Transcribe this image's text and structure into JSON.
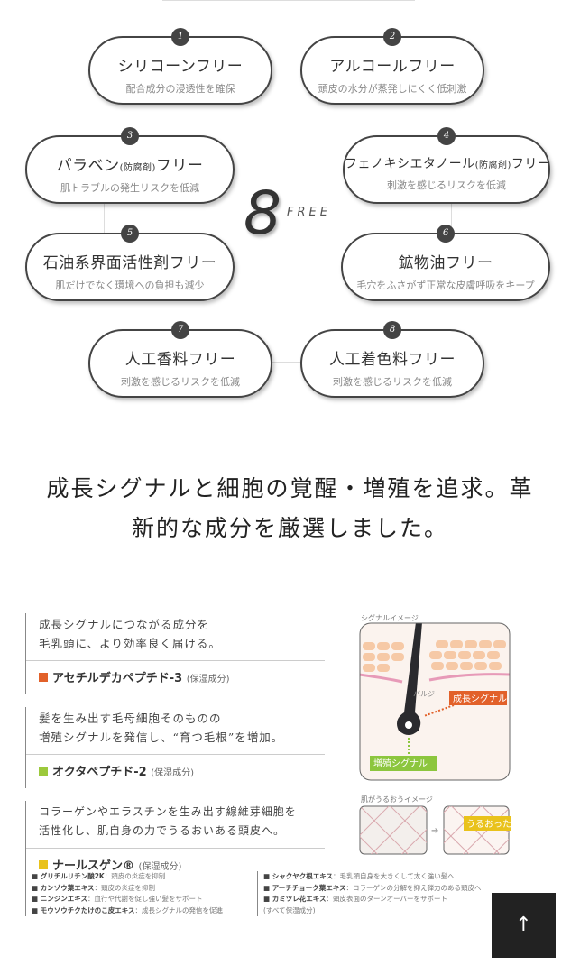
{
  "free": {
    "number": "8",
    "label": "FREE",
    "items": [
      {
        "num": "1",
        "title": "シリコーンフリー",
        "sub": "配合成分の浸透性を確保"
      },
      {
        "num": "2",
        "title": "アルコールフリー",
        "sub": "頭皮の水分が蒸発しにくく低刺激"
      },
      {
        "num": "3",
        "title": "パラベン",
        "title_small": "(防腐剤)",
        "title_end": "フリー",
        "sub": "肌トラブルの発生リスクを低減"
      },
      {
        "num": "4",
        "title": "フェノキシエタノール",
        "title_small": "(防腐剤)",
        "title_end": "フリー",
        "sub": "刺激を感じるリスクを低減"
      },
      {
        "num": "5",
        "title": "石油系界面活性剤フリー",
        "sub": "肌だけでなく環境への負担も減少"
      },
      {
        "num": "6",
        "title": "鉱物油フリー",
        "sub": "毛穴をふさがず正常な皮膚呼吸をキープ"
      },
      {
        "num": "7",
        "title": "人工香料フリー",
        "sub": "刺激を感じるリスクを低減"
      },
      {
        "num": "8",
        "title": "人工着色料フリー",
        "sub": "刺激を感じるリスクを低減"
      }
    ]
  },
  "heading": {
    "line1": "成長シグナルと細胞の覚醒・増殖を追求。革",
    "line2": "新的な成分を厳選しました。"
  },
  "ingredients": [
    {
      "desc1": "成長シグナルにつながる成分を",
      "desc2": "毛乳頭に、より効率良く届ける。",
      "name": "アセチルデカペプチド-3",
      "note": "(保湿成分)",
      "color": "#e2612a"
    },
    {
      "desc1": "髪を生み出す毛母細胞そのものの",
      "desc2": "増殖シグナルを発信し、“育つ毛根”を増加。",
      "name": "オクタペプチド-2",
      "note": "(保湿成分)",
      "color": "#9cc93c"
    },
    {
      "desc1": "コラーゲンやエラスチンを生み出す線維芽細胞を",
      "desc2": "活性化し、肌自身の力でうるおいある頭皮へ。",
      "name": "ナールスゲン®",
      "note": "(保湿成分)",
      "color": "#e9c21b"
    }
  ],
  "signal_image": {
    "caption": "シグナルイメージ",
    "bulge": "バルジ",
    "growth": "成長シグナル",
    "prolif": "増殖シグナル",
    "colors": {
      "growth": "#e2612a",
      "prolif": "#8cc63e"
    }
  },
  "skin_image": {
    "caption": "肌がうるおうイメージ",
    "label": "うるおった肌",
    "color": "#e9c21b"
  },
  "notes_left": [
    {
      "name": "■ グリチルリチン酸2K",
      "desc": "：頭皮の炎症を抑制"
    },
    {
      "name": "■ カンゾウ葉エキス",
      "desc": "：頭皮の炎症を抑制"
    },
    {
      "name": "■ ニンジンエキス",
      "desc": "：血行や代謝を促し強い髪をサポート"
    },
    {
      "name": "■ モウソウチクたけのこ皮エキス",
      "desc": "：成長シグナルの発信を促進"
    }
  ],
  "notes_right": [
    {
      "name": "■ シャクヤク根エキス",
      "desc": "：毛乳頭自身を大きくして太く強い髪へ"
    },
    {
      "name": "■ アーチチョーク葉エキス",
      "desc": "：コラーゲンの分解を抑え弾力のある頭皮へ"
    },
    {
      "name": "■ カミツレ花エキス",
      "desc": "：頭皮表面のターンオーバーをサポート"
    }
  ],
  "notes_footer": "(すべて保湿成分)",
  "scroll_top": {
    "icon": "arrow-up-icon",
    "glyph": "↑"
  }
}
